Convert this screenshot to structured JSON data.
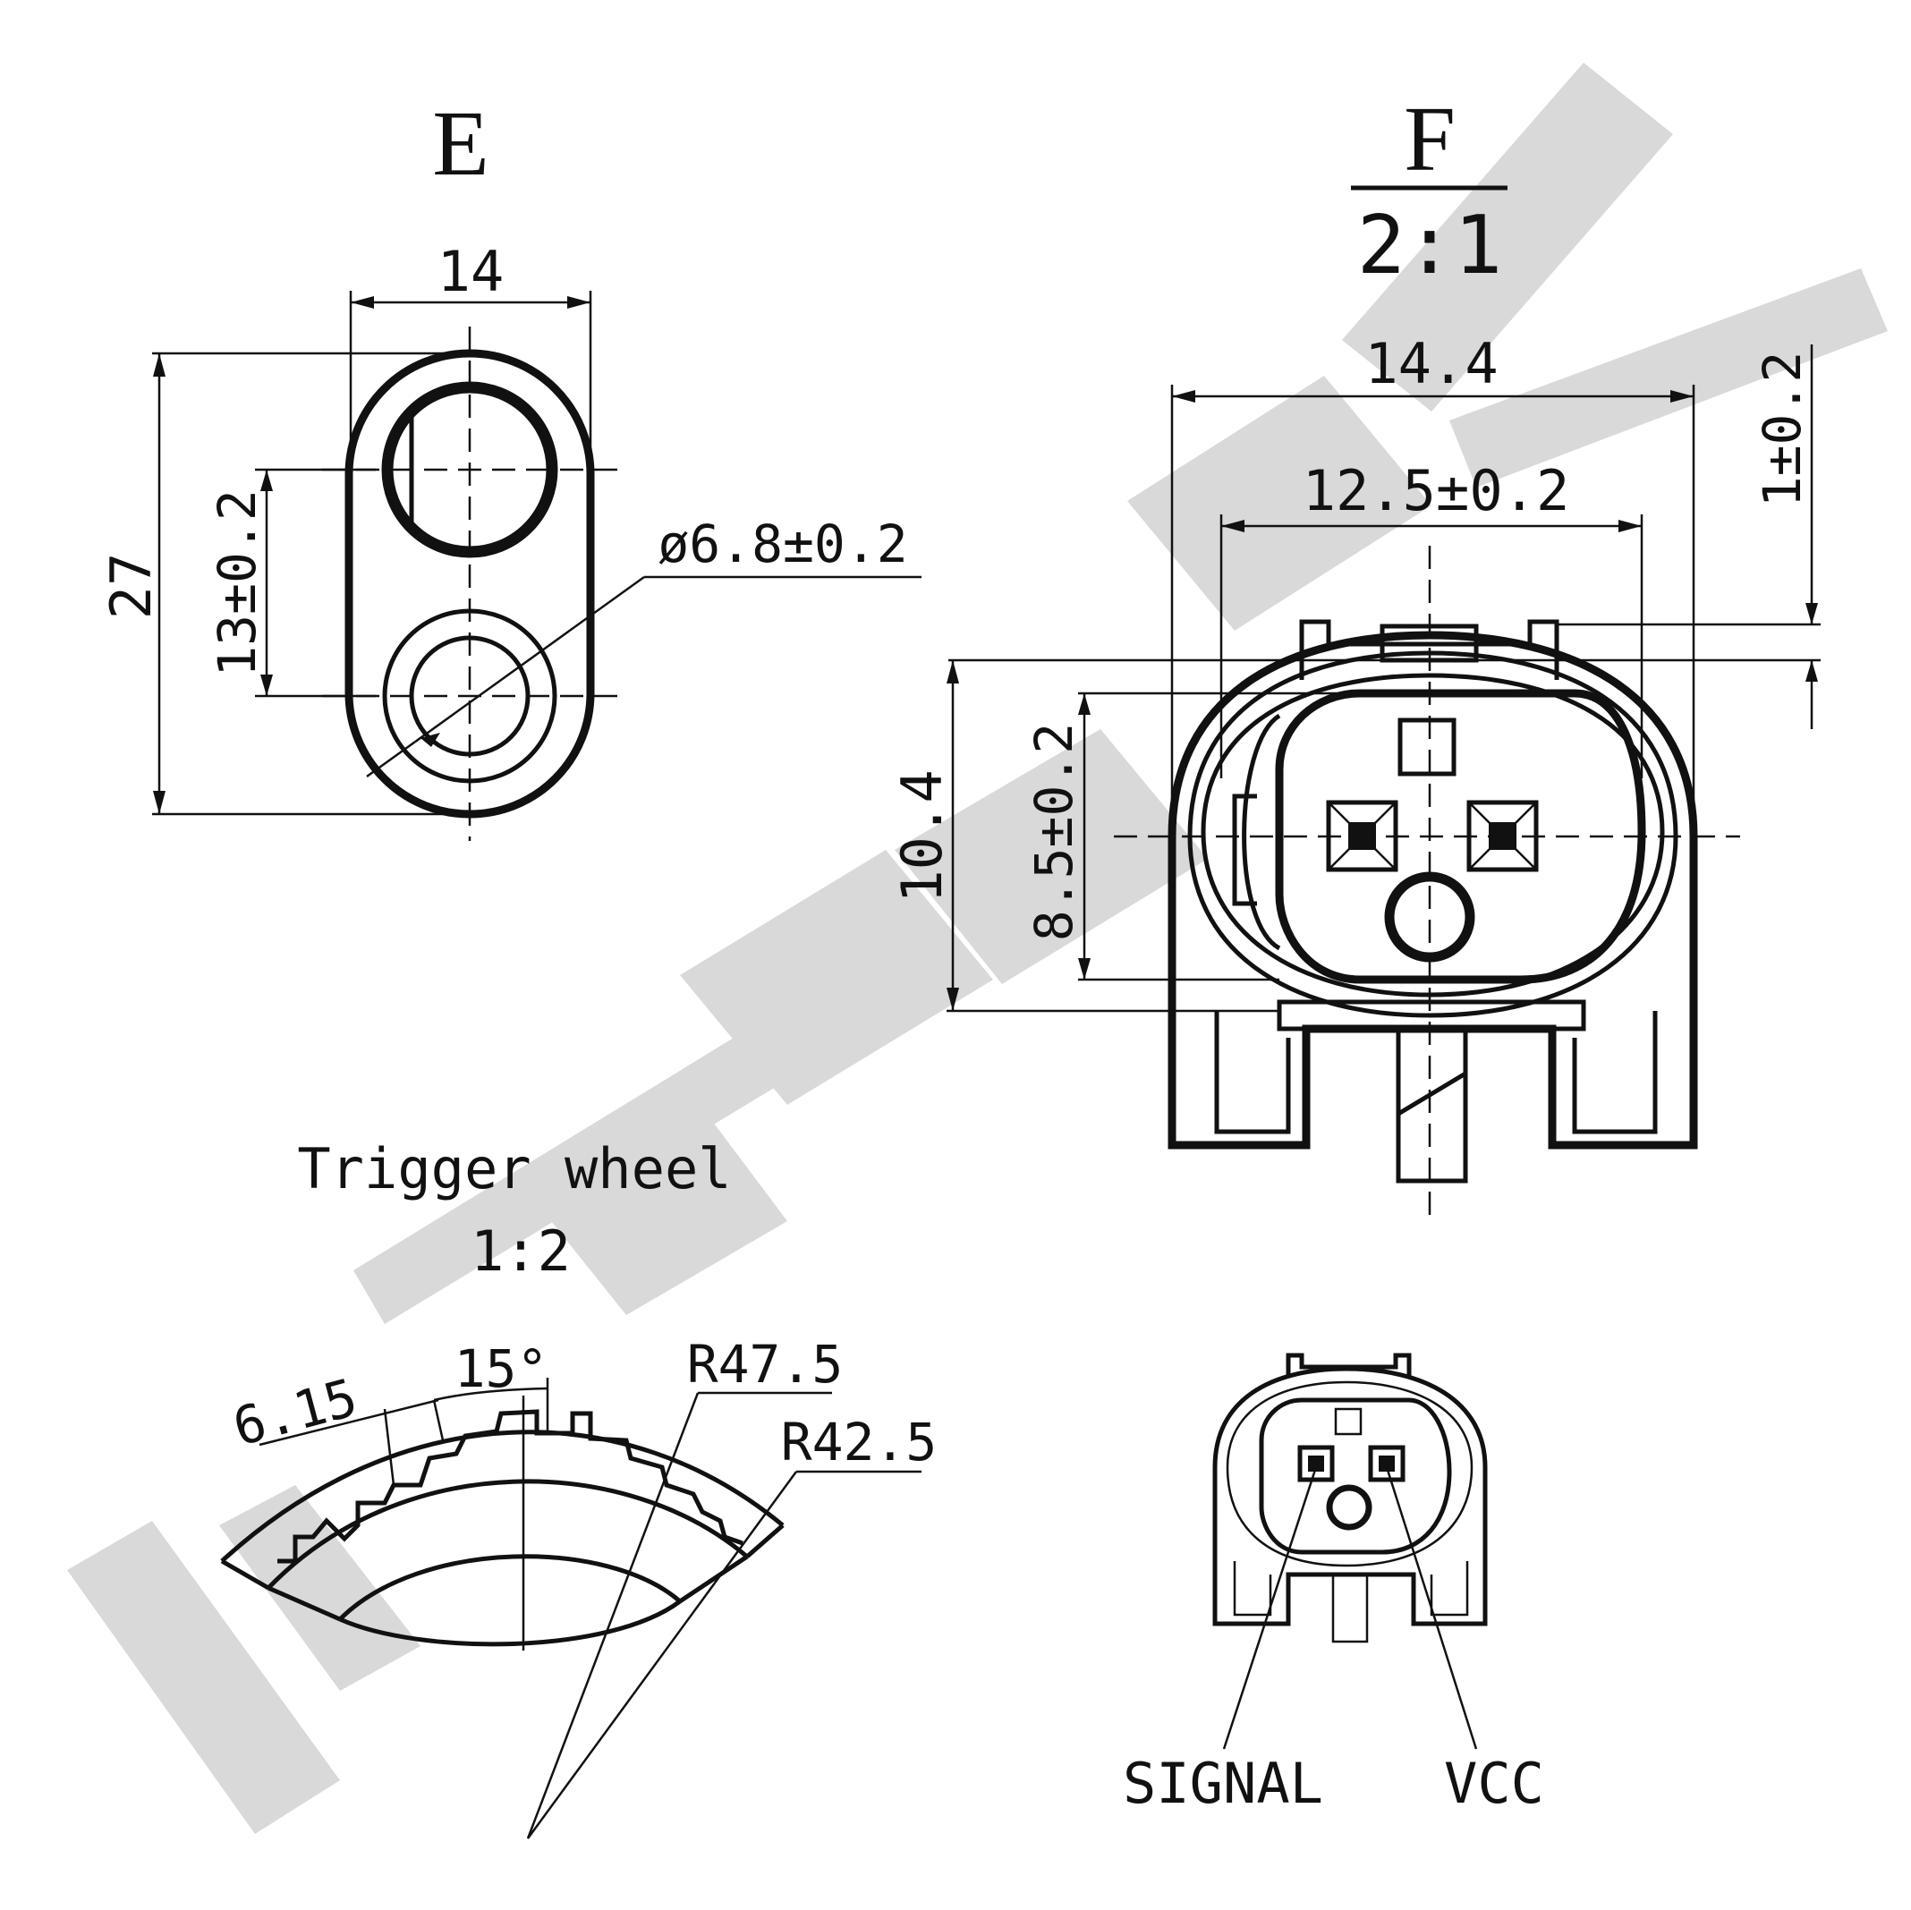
{
  "views": {
    "e": {
      "title": "E",
      "dims": {
        "width": "14",
        "height": "27",
        "spacing": "13±0.2",
        "hole": "ø6.8±0.2"
      }
    },
    "f": {
      "title": "F",
      "scale": "2:1",
      "dims": {
        "overall_width": "14.4",
        "inner_width": "12.5±0.2",
        "offset": "1±0.2",
        "height": "10.4",
        "inner_height": "8.5±0.2"
      }
    },
    "trigger": {
      "title": "Trigger wheel",
      "scale": "1:2",
      "dims": {
        "tooth": "6.15",
        "angle": "15°",
        "outer_radius": "R47.5",
        "inner_radius": "R42.5"
      }
    },
    "pinout": {
      "signal_label": "SIGNAL",
      "vcc_label": "VCC"
    }
  },
  "colors": {
    "ink": "#111111",
    "watermark": "#d9d9d9"
  }
}
